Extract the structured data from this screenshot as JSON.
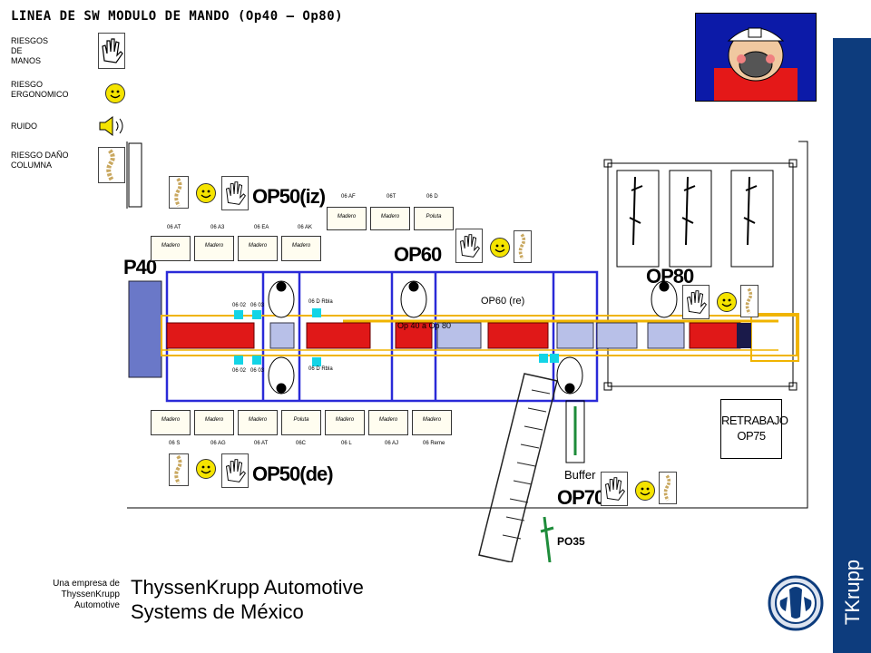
{
  "header": {
    "title": "LINEA DE SW MODULO DE MANDO  (Op40 – Op80)"
  },
  "legend": [
    {
      "label": "RIESGOS\nDE\nMANOS",
      "icon": "glove-icon"
    },
    {
      "label": "RIESGO\nERGONOMICO",
      "icon": "smiley-icon"
    },
    {
      "label": "RUIDO",
      "icon": "speaker-icon"
    },
    {
      "label": "RIESGO DAÑO\nCOLUMNA",
      "icon": "spine-icon"
    }
  ],
  "diagram": {
    "ops": {
      "op40": "P40",
      "op50_iz": "OP50(iz)",
      "op50_de": "OP50(de)",
      "op60": "OP60",
      "op60_re": "OP60 (re)",
      "op70": "OP70",
      "op80": "OP80",
      "buffer": "Buffer",
      "po35": "PO35",
      "retrabajo_line1": "RETRABAJO",
      "retrabajo_line2": "OP75",
      "conveyor_label": "Op 40 a Op 80"
    },
    "top_station_tags": [
      "06 AF",
      "06T",
      "06 D"
    ],
    "top_station_boxes": [
      "Madero",
      "Madero",
      "Poluta"
    ],
    "upper_station_tags": [
      "06 AT",
      "06 A3",
      "06 EA",
      "06 AK"
    ],
    "upper_station_boxes": [
      "Madero",
      "Madero",
      "Madero",
      "Madero"
    ],
    "bottom_station_tags": [
      "06 S",
      "06 AG",
      "06 AT",
      "06C",
      "06 L",
      "06 AJ",
      "06 Reme"
    ],
    "bottom_station_boxes": [
      "Madero",
      "Madero",
      "Madero",
      "Poluta",
      "Madero",
      "Madero",
      "Madero"
    ],
    "robot_tags": [
      "06 02",
      "06 03",
      "06 D Rbla",
      "06 02",
      "06 03",
      "06 D Rbla"
    ]
  },
  "footer": {
    "company_small": "Una empresa de\nThyssenKrupp\nAutomotive",
    "company_line1": "ThyssenKrupp Automotive",
    "company_line2": "Systems de México",
    "brand": "TKrupp"
  },
  "colors": {
    "brand_blue": "#0d3c7d",
    "line_blue": "#2a2ad8",
    "conveyor_red": "#e01818",
    "cyan": "#13d4e6",
    "rail_orange": "#f0b400"
  }
}
